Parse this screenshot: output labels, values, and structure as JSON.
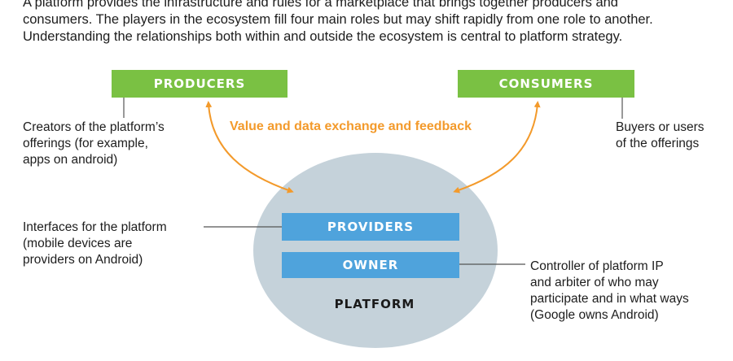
{
  "intro": {
    "line1": "A platform provides the infrastructure and rules for a marketplace that brings together producers and",
    "line2": "consumers. The players in the ecosystem fill four main roles but may shift rapidly from one role to another.",
    "line3": "Understanding the relationships both within and outside the ecosystem is central to platform strategy."
  },
  "producers": {
    "label": "PRODUCERS",
    "desc_lines": [
      "Creators of the platform’s",
      "offerings (for example,",
      "apps on android)"
    ]
  },
  "consumers": {
    "label": "CONSUMERS",
    "desc_lines": [
      "Buyers or users",
      "of the offerings"
    ]
  },
  "exchange_label": "Value and data exchange and feedback",
  "platform": {
    "label": "PLATFORM",
    "providers": {
      "label": "PROVIDERS",
      "desc_lines": [
        "Interfaces for the platform",
        "(mobile devices are",
        "providers on Android)"
      ]
    },
    "owner": {
      "label": "OWNER",
      "desc_lines": [
        "Controller of platform IP",
        "and arbiter of who may",
        "participate and in what ways",
        "(Google owns Android)"
      ]
    }
  },
  "colors": {
    "role_green": "#7ac143",
    "inner_blue": "#4fa3dc",
    "platform_gray": "#c5d2da",
    "arrow_orange": "#f39a2b"
  }
}
